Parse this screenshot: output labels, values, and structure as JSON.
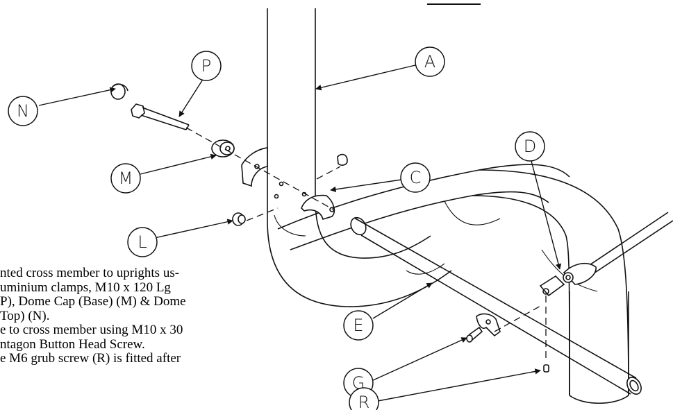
{
  "figure": {
    "callouts": {
      "A": "A",
      "C": "C",
      "D": "D",
      "E": "E",
      "G": "G",
      "L": "L",
      "M": "M",
      "N": "N",
      "P": "P",
      "R": "R"
    }
  },
  "instructions": {
    "lines": [
      "nted cross member to uprights us-",
      "uminium clamps, M10 x 120 Lg",
      "P), Dome Cap (Base) (M) & Dome",
      "Top) (N).",
      "e to cross member using M10 x 30",
      "ntagon Button Head Screw.",
      "e M6 grub screw (R) is fitted after"
    ]
  }
}
